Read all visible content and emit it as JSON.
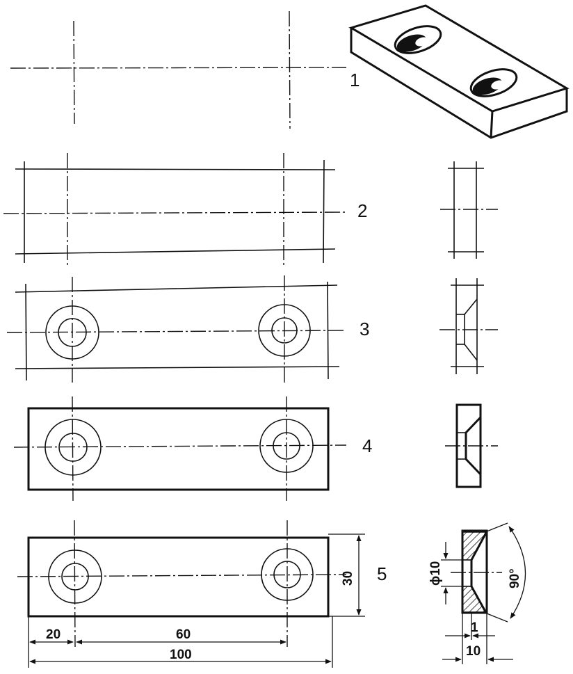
{
  "steps": [
    {
      "number": "1"
    },
    {
      "number": "2"
    },
    {
      "number": "3"
    },
    {
      "number": "4"
    },
    {
      "number": "5"
    }
  ],
  "dimensions": {
    "hole_offset": "20",
    "hole_spacing": "60",
    "overall_length": "100",
    "width": "30",
    "hole_diameter": "ϕ10",
    "countersink_angle": "90°",
    "countersink_step": "1",
    "thickness": "10"
  }
}
